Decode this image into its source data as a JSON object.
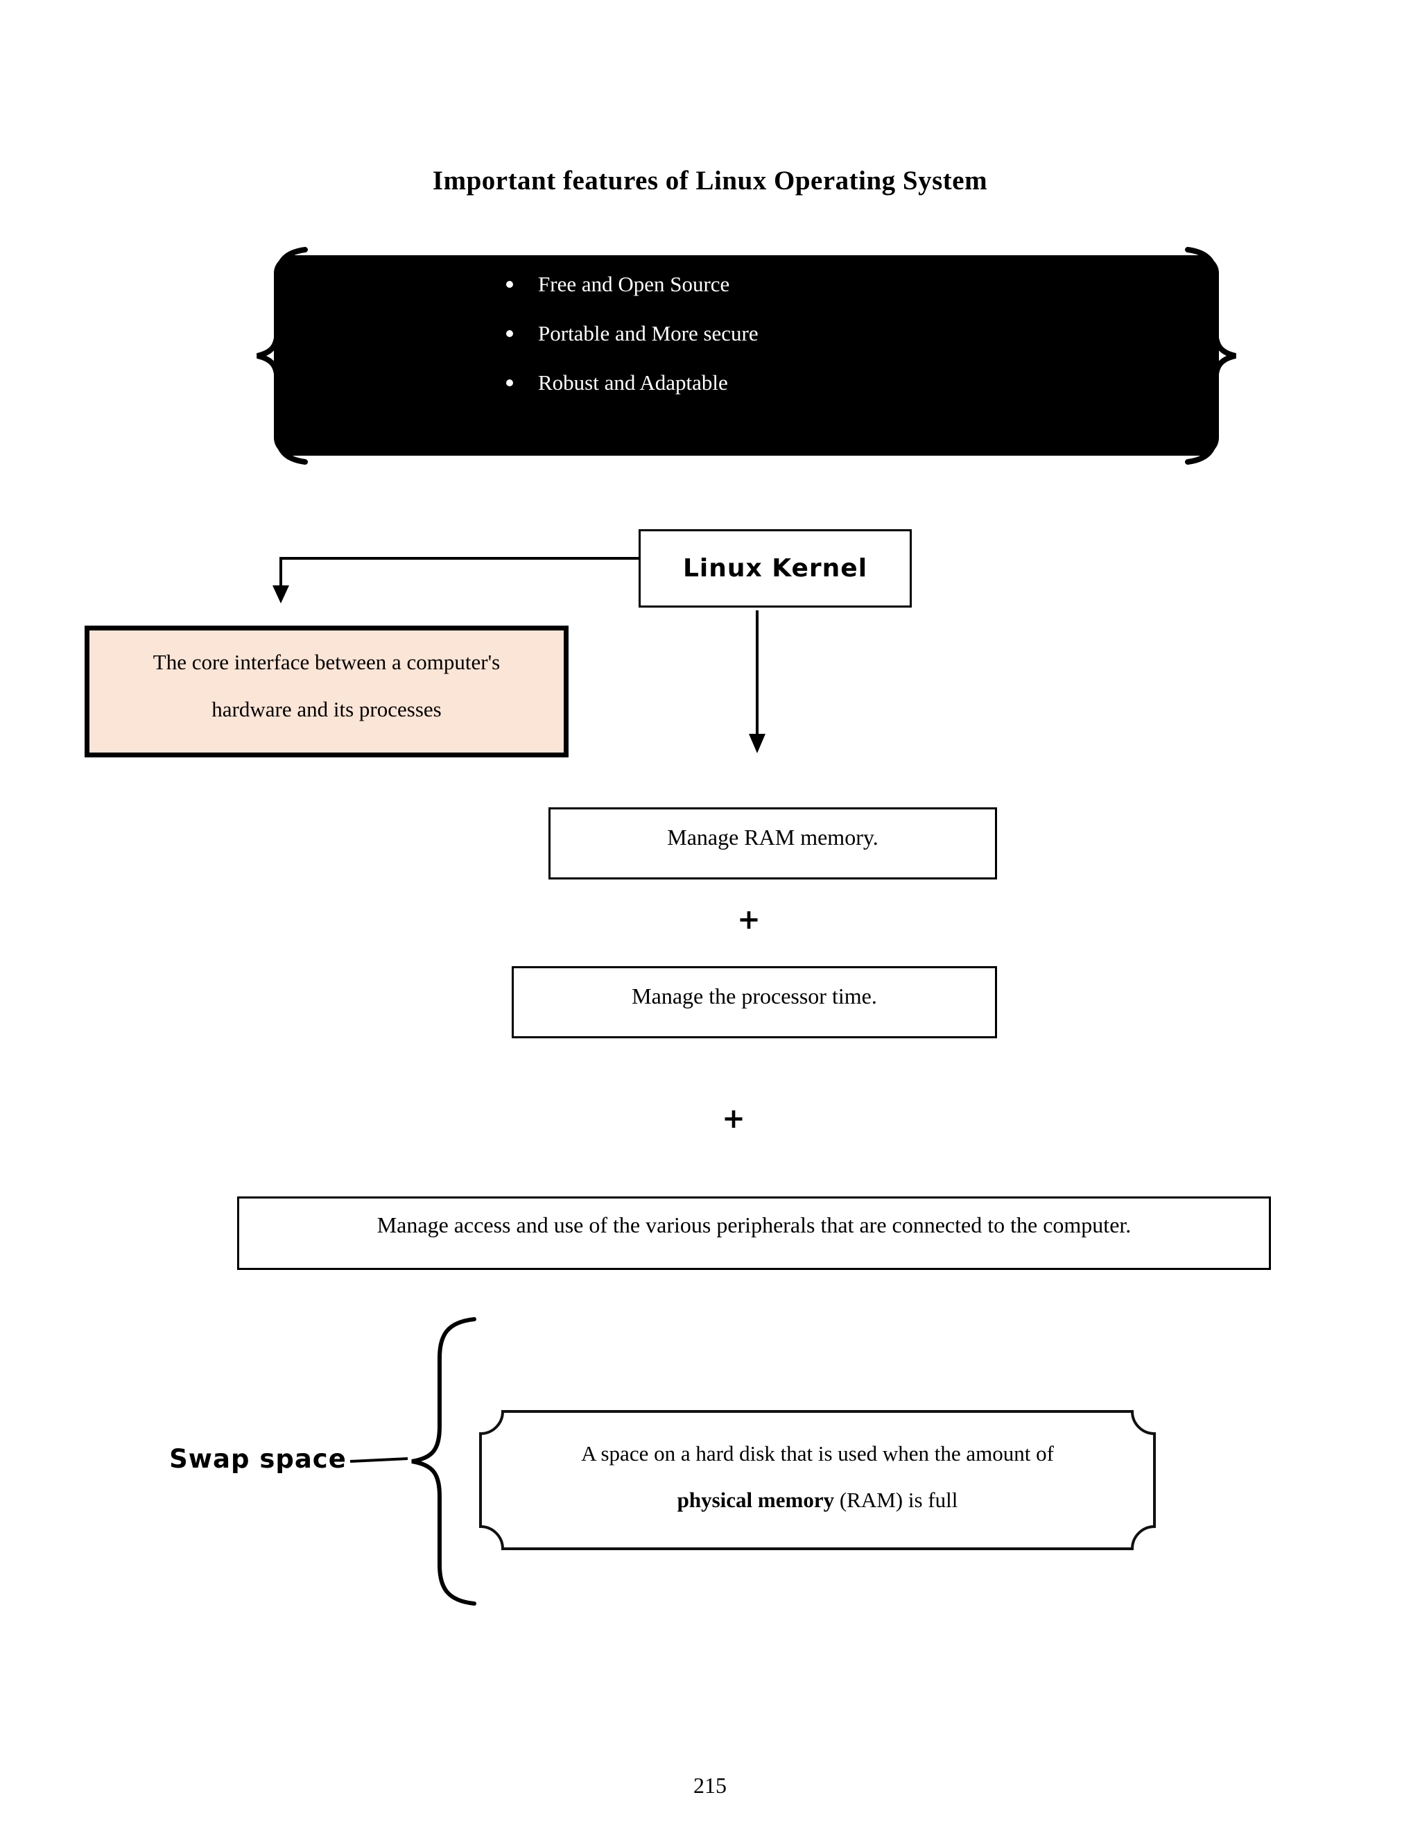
{
  "page": {
    "number": "215"
  },
  "title": "Important features of Linux Operating System",
  "features_box": {
    "items": [
      "Free and Open Source",
      "Portable and More secure",
      "Robust and Adaptable"
    ],
    "background_color": "#000000",
    "text_color": "#ffffff"
  },
  "kernel": {
    "label": "Linux Kernel",
    "definition_line1": "The core interface between a computer's",
    "definition_line2": "hardware and its processes",
    "definition_background_color": "#FBE5D6"
  },
  "kernel_functions": {
    "ram": "Manage RAM memory.",
    "plus": "+",
    "processor": "Manage the processor time.",
    "peripherals": "Manage access and use of the various peripherals that are connected to the computer."
  },
  "swap": {
    "label": "Swap space",
    "definition_line1": "A space on a hard disk that is used when the amount of",
    "definition_line2_bold": "physical memory",
    "definition_line2_rest": " (RAM) is full"
  }
}
